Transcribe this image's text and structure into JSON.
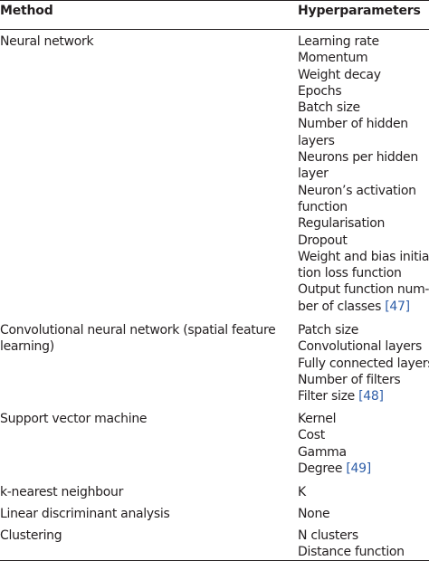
{
  "table": {
    "headers": {
      "method": "Method",
      "hyperparameters": "Hyperparameters"
    },
    "rows": [
      {
        "method": "Neural network",
        "params": [
          "Learning rate",
          "Momentum",
          "Weight decay",
          "Epochs",
          "Batch size",
          "Number of hidden",
          "layers",
          "Neurons per hidden",
          "layer",
          "Neuron’s activation",
          "function",
          "Regularisation",
          "Dropout",
          "Weight and bias initia-",
          "tion loss function",
          "Output function num-",
          "ber of classes "
        ],
        "citation": "[47]"
      },
      {
        "method": "Convolutional neural network (spatial feature learning)",
        "params": [
          "Patch size",
          "Convolutional layers",
          "Fully connected layers",
          "Number of filters",
          "Filter size "
        ],
        "citation": "[48]"
      },
      {
        "method": "Support vector machine",
        "params": [
          "Kernel",
          "Cost",
          "Gamma",
          "Degree "
        ],
        "citation": "[49]"
      },
      {
        "method": "k-nearest neighbour",
        "params": [
          "K"
        ],
        "citation": ""
      },
      {
        "method": "Linear discriminant analysis",
        "params": [
          "None"
        ],
        "citation": ""
      },
      {
        "method": "Clustering",
        "params": [
          "N clusters",
          "Distance function"
        ],
        "citation": ""
      }
    ]
  },
  "colors": {
    "text": "#231f20",
    "citation": "#2e5ea8"
  }
}
